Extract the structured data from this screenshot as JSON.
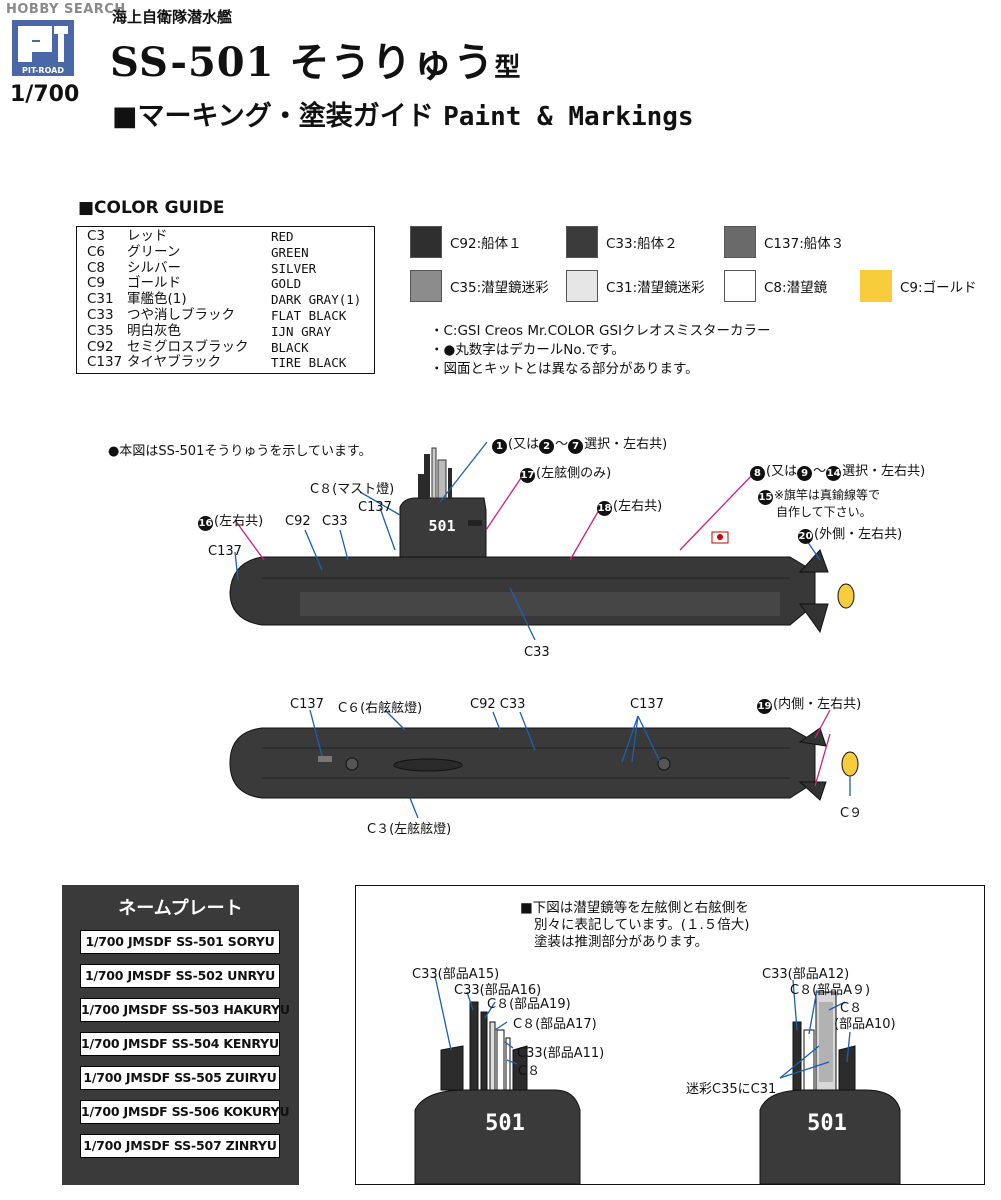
{
  "watermark": "HOBBY SEARCH",
  "brand": {
    "logo_text": "PIT-ROAD",
    "scale": "1/700"
  },
  "header": {
    "subtitle": "海上自衛隊潜水艦",
    "title_main": "SS-501 そうりゅう",
    "title_suffix": "型",
    "section_marker": "■",
    "section_jp": "マーキング・塗装ガイド",
    "section_en": "Paint & Markings"
  },
  "color_guide": {
    "title": "■COLOR GUIDE",
    "rows": [
      {
        "code": "C3",
        "jp": "レッド",
        "en": "RED"
      },
      {
        "code": "C6",
        "jp": "グリーン",
        "en": "GREEN"
      },
      {
        "code": "C8",
        "jp": "シルバー",
        "en": "SILVER"
      },
      {
        "code": "C9",
        "jp": "ゴールド",
        "en": "GOLD"
      },
      {
        "code": "C31",
        "jp": "軍艦色(1)",
        "en": "DARK GRAY(1)"
      },
      {
        "code": "C33",
        "jp": "つや消しブラック",
        "en": "FLAT BLACK"
      },
      {
        "code": "C35",
        "jp": "明白灰色",
        "en": "IJN GRAY"
      },
      {
        "code": "C92",
        "jp": "セミグロスブラック",
        "en": "BLACK"
      },
      {
        "code": "C137",
        "jp": "タイヤブラック",
        "en": "TIRE BLACK"
      }
    ]
  },
  "swatches": [
    {
      "label": "C92:船体１",
      "color": "#2f2f2f"
    },
    {
      "label": "C33:船体２",
      "color": "#3b3b3b"
    },
    {
      "label": "C137:船体３",
      "color": "#6a6a6a"
    },
    {
      "label": "C35:潜望鏡迷彩",
      "color": "#8c8c8c"
    },
    {
      "label": "C31:潜望鏡迷彩",
      "color": "#e6e6e6"
    },
    {
      "label": "C8:潜望鏡",
      "color": "#ffffff"
    },
    {
      "label": "C9:ゴールド",
      "color": "#f7cd3c"
    }
  ],
  "notes": [
    "・C:GSI Creos Mr.COLOR GSIクレオスミスターカラー",
    "・●丸数字はデカールNo.です。",
    "・図面とキットとは異なる部分があります。"
  ],
  "side_view": {
    "caption": "●本図はSS-501そうりゅうを示しています。",
    "hull_number": "501",
    "labels": {
      "d1": "(又は",
      "d1b": "〜",
      "d1c": "選択・左右共)",
      "d17": "(左舷側のみ)",
      "d18": "(左右共)",
      "d8": "(又は",
      "d8b": "〜",
      "d8c": "選択・左右共)",
      "d15a": "※旗竿は真鍮線等で",
      "d15b": "自作して下さい。",
      "d20": "(外側・左右共)",
      "d16": "(左右共)",
      "c8mast": "C８(マスト燈)",
      "c137a": "C137",
      "c92": "C92",
      "c33a": "C33",
      "c137b": "C137",
      "c33b": "C33"
    },
    "decal_numbers": {
      "n1": "1",
      "n2": "2",
      "n7": "7",
      "n17": "17",
      "n18": "18",
      "n8": "8",
      "n9": "9",
      "n14": "14",
      "n15": "15",
      "n20": "20",
      "n16": "16"
    }
  },
  "top_view": {
    "labels": {
      "c137a": "C137",
      "c6": "C６(右舷舷燈)",
      "c92c33": "C92 C33",
      "c137b": "C137",
      "d19": "(内側・左右共)",
      "c3": "C３(左舷舷燈)",
      "c9": "C９"
    },
    "decal_numbers": {
      "n19": "19"
    }
  },
  "nameplates": {
    "title": "ネームプレート",
    "items": [
      "1/700 JMSDF SS-501 SORYU",
      "1/700 JMSDF SS-502 UNRYU",
      "1/700 JMSDF SS-503 HAKURYU",
      "1/700 JMSDF SS-504 KENRYU",
      "1/700 JMSDF SS-505 ZUIRYU",
      "1/700 JMSDF SS-506 KOKURYU",
      "1/700 JMSDF SS-507 ZINRYU"
    ]
  },
  "detail": {
    "note": [
      "■下図は潜望鏡等を左舷側と右舷側を",
      "別々に表記しています。(１.５倍大)",
      "塗装は推測部分があります。"
    ],
    "hull_number": "501",
    "left": [
      "C33(部品A15)",
      "C33(部品A16)",
      "C８(部品A19)",
      "C８(部品A17)",
      "C33(部品A11)",
      "C８"
    ],
    "right": [
      "C33(部品A12)",
      "C８(部品A９)",
      "C８",
      "(部品A10)",
      "迷彩C35にC31"
    ]
  }
}
